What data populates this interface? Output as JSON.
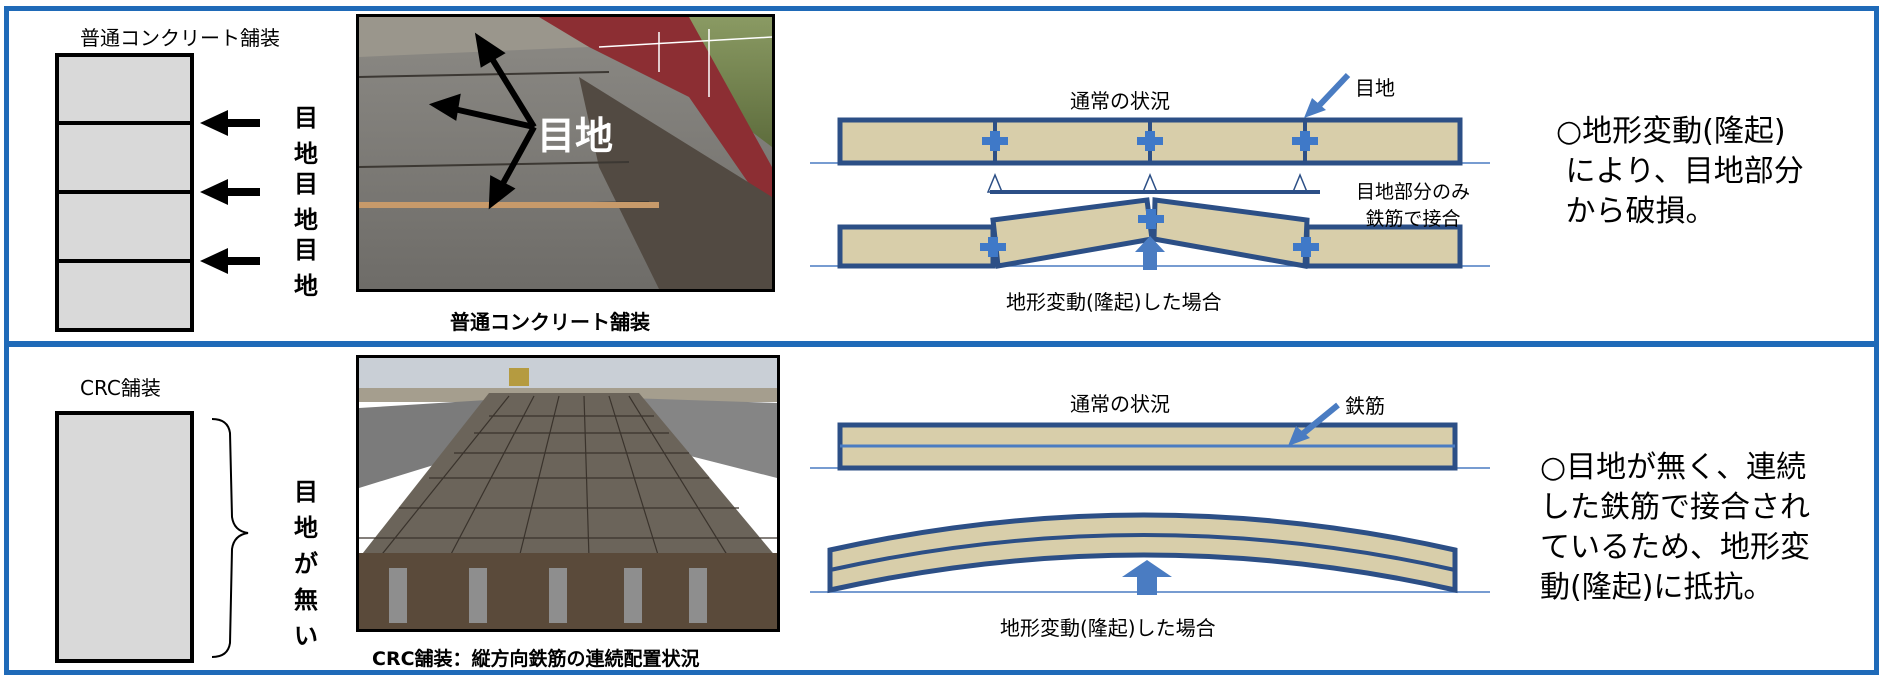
{
  "top": {
    "column_title": "普通コンクリート舗装",
    "joint_labels": [
      "目地",
      "目地",
      "目地"
    ],
    "photo_caption": "普通コンクリート舗装",
    "photo_overlay": "目地",
    "diagram_normal": "通常の状況",
    "diagram_joint": "目地",
    "diagram_note_1": "目地部分のみ",
    "diagram_note_2": "鉄筋で接合",
    "diagram_uplift": "地形変動(隆起)した場合",
    "description": "○地形変動(隆起)\n により、目地部分\n から破損。"
  },
  "bottom": {
    "column_title": "CRC舗装",
    "no_joint_label": "目地が無い",
    "photo_caption": "CRC舗装：縦方向鉄筋の連続配置状況",
    "diagram_normal": "通常の状況",
    "diagram_rebar": "鉄筋",
    "diagram_uplift": "地形変動(隆起)した場合",
    "description": "○目地が無く、連続\nした鉄筋で接合され\nているため、地形変\n動(隆起)に抵抗。"
  },
  "colors": {
    "frame": "#1f6ab8",
    "slab_fill": "#d8ceaa",
    "slab_stroke": "#2c4f86",
    "arrow_blue": "#4a7cc2",
    "joint_blue": "#3f79c8"
  }
}
